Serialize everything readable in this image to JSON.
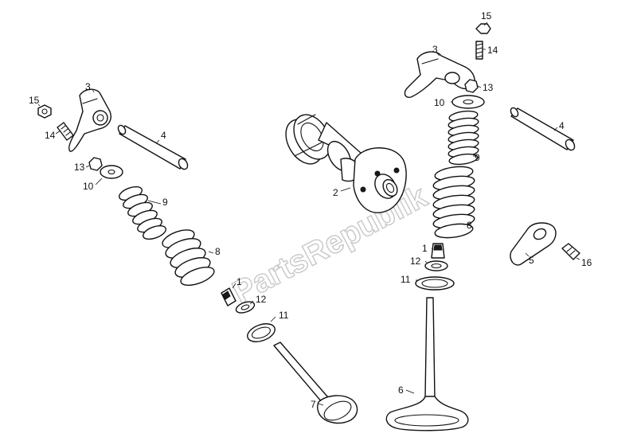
{
  "watermark": "PartsRepublik",
  "callouts": {
    "l15": "15",
    "l14": "14",
    "l3": "3",
    "l4": "4",
    "l13": "13",
    "l10": "10",
    "l9": "9",
    "l8": "8",
    "l1": "1",
    "l12": "12",
    "l11": "11",
    "l7": "7",
    "c2": "2",
    "r15": "15",
    "r14": "14",
    "r3": "3",
    "r13": "13",
    "r10": "10",
    "r4": "4",
    "r9": "9",
    "r8": "8",
    "r1": "1",
    "r12": "12",
    "r11": "11",
    "r6": "6",
    "r5": "5",
    "r16": "16"
  }
}
